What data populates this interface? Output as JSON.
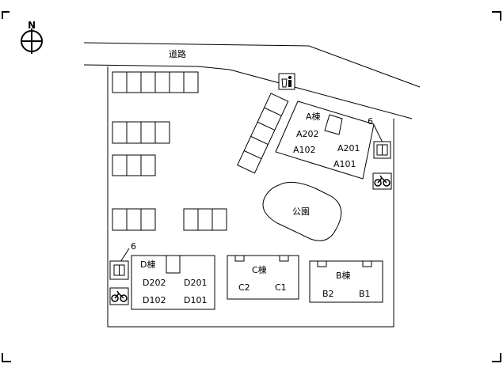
{
  "compass": {
    "label": "N"
  },
  "road": {
    "label": "道路"
  },
  "park": {
    "label": "公園"
  },
  "buildings": {
    "A": {
      "name": "A棟",
      "units": [
        "A202",
        "A201",
        "A102",
        "A101"
      ]
    },
    "B": {
      "name": "B棟",
      "units": [
        "B2",
        "B1"
      ]
    },
    "C": {
      "name": "C棟",
      "units": [
        "C2",
        "C1"
      ]
    },
    "D": {
      "name": "D棟",
      "units": [
        "D202",
        "D201",
        "D102",
        "D101"
      ]
    }
  },
  "facility_labels": {
    "bike_shelter_a_count": "6",
    "bike_shelter_d_count": "6"
  },
  "icons": [
    "compass-icon",
    "garbage-icon",
    "bicycle-icon",
    "shelter-icon"
  ]
}
